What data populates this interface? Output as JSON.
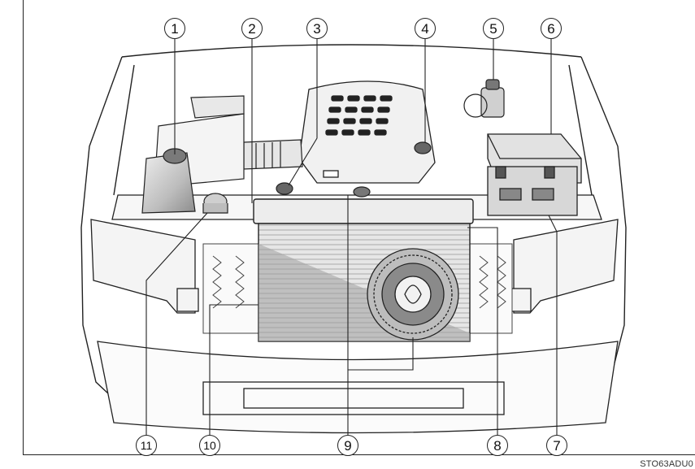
{
  "callouts": [
    "1",
    "2",
    "3",
    "4",
    "5",
    "6",
    "7",
    "8",
    "9",
    "10",
    "11"
  ],
  "figure_code": "STO63ADU0",
  "colors": {
    "line": "#222222",
    "fill_light": "#f2f2f2",
    "fill_mid": "#d9d9d9",
    "fill_dark": "#9a9a9a"
  }
}
